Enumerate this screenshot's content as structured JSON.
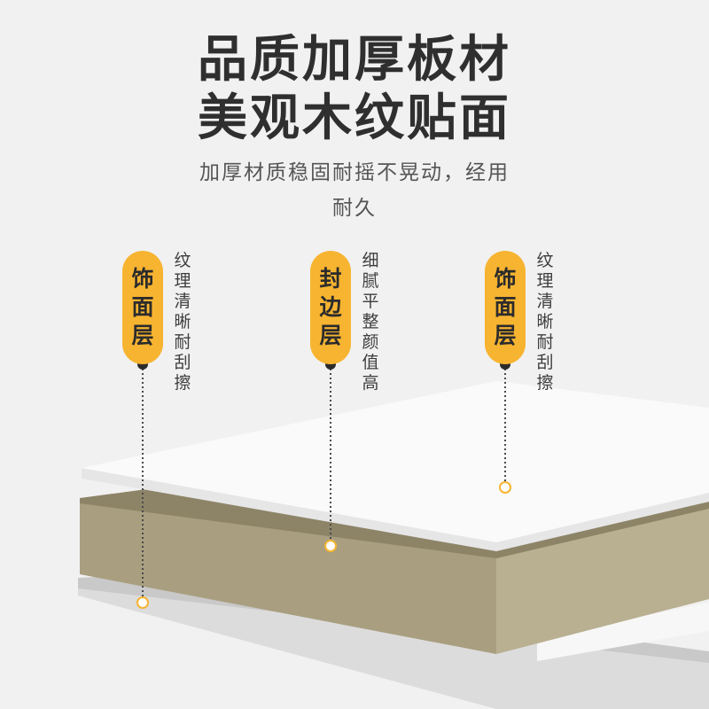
{
  "title_line1": "品质加厚板材",
  "title_line2": "美观木纹贴面",
  "subtitle_line1": "加厚材质稳固耐摇不晃动，经用",
  "subtitle_line2": "耐久",
  "callouts": [
    {
      "label": "饰面层",
      "description": "纹理清晰耐刮擦"
    },
    {
      "label": "封边层",
      "description": "细腻平整颜值高"
    },
    {
      "label": "饰面层",
      "description": "纹理清晰耐刮擦"
    }
  ],
  "colors": {
    "background": "#f1f1f1",
    "accent": "#f7b431",
    "core_board": "#a99f80",
    "surface_board": "#fafafa",
    "text": "#2f2f2f"
  }
}
